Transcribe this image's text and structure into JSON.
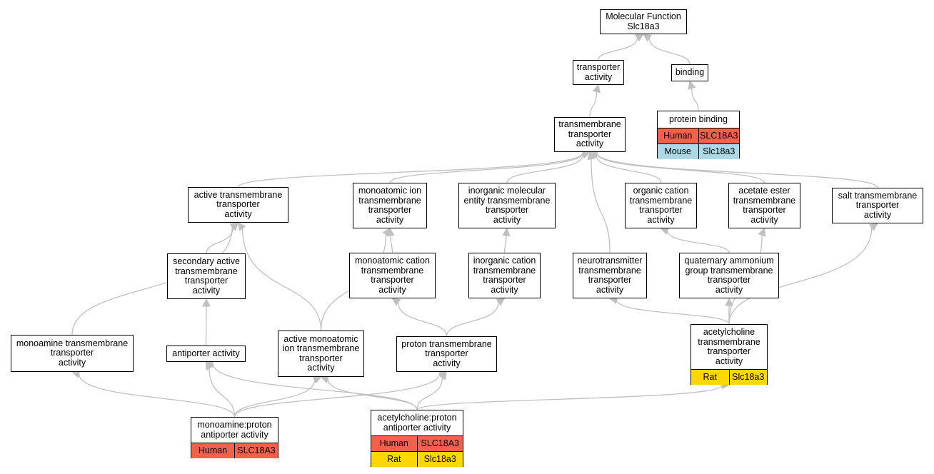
{
  "colors": {
    "edge": "#c0c0c0",
    "human": "#f4614b",
    "mouse": "#add8e6",
    "rat": "#ffd700"
  },
  "nodes": {
    "mf_root": "Molecular Function\nSlc18a3",
    "transporter_activity": "transporter\nactivity",
    "binding": "binding",
    "transmembrane_transporter": "transmembrane\ntransporter\nactivity",
    "active_transmembrane": "active transmembrane\ntransporter\nactivity",
    "monoatomic_ion": "monoatomic ion\ntransmembrane\ntransporter\nactivity",
    "inorganic_molecular": "inorganic molecular\nentity transmembrane\ntransporter\nactivity",
    "organic_cation": "organic cation\ntransmembrane\ntransporter\nactivity",
    "acetate_ester": "acetate ester\ntransmembrane\ntransporter\nactivity",
    "salt_transmembrane": "salt transmembrane\ntransporter\nactivity",
    "secondary_active": "secondary active\ntransmembrane\ntransporter\nactivity",
    "monoatomic_cation": "monoatomic cation\ntransmembrane\ntransporter\nactivity",
    "inorganic_cation": "inorganic cation\ntransmembrane\ntransporter\nactivity",
    "neurotransmitter": "neurotransmitter\ntransmembrane\ntransporter\nactivity",
    "quaternary_ammonium": "quaternary ammonium\ngroup transmembrane\ntransporter\nactivity",
    "monoamine_transmembrane": "monoamine transmembrane\ntransporter\nactivity",
    "antiporter": "antiporter activity",
    "active_monoatomic_ion": "active monoatomic\nion transmembrane\ntransporter\nactivity",
    "proton_transmembrane": "proton transmembrane\ntransporter\nactivity"
  },
  "annotated_nodes": {
    "protein_binding": {
      "title": "protein binding",
      "rows": [
        {
          "species": "Human",
          "gene": "SLC18A3"
        },
        {
          "species": "Mouse",
          "gene": "Slc18a3"
        }
      ]
    },
    "acetylcholine_transmembrane": {
      "title": "acetylcholine\ntransmembrane\ntransporter\nactivity",
      "rows": [
        {
          "species": "Rat",
          "gene": "Slc18a3"
        }
      ]
    },
    "monoamine_proton": {
      "title": "monoamine:proton\nantiporter activity",
      "rows": [
        {
          "species": "Human",
          "gene": "SLC18A3"
        }
      ]
    },
    "acetylcholine_proton": {
      "title": "acetylcholine:proton\nantiporter activity",
      "rows": [
        {
          "species": "Human",
          "gene": "SLC18A3"
        },
        {
          "species": "Rat",
          "gene": "Slc18a3"
        }
      ]
    }
  },
  "edges": [
    [
      "transporter_activity",
      "mf_root"
    ],
    [
      "binding",
      "mf_root"
    ],
    [
      "protein_binding",
      "binding"
    ],
    [
      "transmembrane_transporter",
      "transporter_activity"
    ],
    [
      "active_transmembrane",
      "transmembrane_transporter"
    ],
    [
      "monoatomic_ion",
      "transmembrane_transporter"
    ],
    [
      "inorganic_molecular",
      "transmembrane_transporter"
    ],
    [
      "neurotransmitter",
      "transmembrane_transporter"
    ],
    [
      "organic_cation",
      "transmembrane_transporter"
    ],
    [
      "acetate_ester",
      "transmembrane_transporter"
    ],
    [
      "salt_transmembrane",
      "transmembrane_transporter"
    ],
    [
      "secondary_active",
      "active_transmembrane"
    ],
    [
      "monoamine_transmembrane",
      "active_transmembrane"
    ],
    [
      "active_monoatomic_ion",
      "active_transmembrane"
    ],
    [
      "active_monoatomic_ion",
      "monoatomic_ion"
    ],
    [
      "monoatomic_cation",
      "monoatomic_ion"
    ],
    [
      "inorganic_cation",
      "inorganic_molecular"
    ],
    [
      "quaternary_ammonium",
      "organic_cation"
    ],
    [
      "antiporter",
      "secondary_active"
    ],
    [
      "proton_transmembrane",
      "monoatomic_cation"
    ],
    [
      "proton_transmembrane",
      "inorganic_cation"
    ],
    [
      "acetylcholine_transmembrane",
      "neurotransmitter"
    ],
    [
      "acetylcholine_transmembrane",
      "quaternary_ammonium"
    ],
    [
      "acetylcholine_transmembrane",
      "acetate_ester"
    ],
    [
      "acetylcholine_transmembrane",
      "salt_transmembrane"
    ],
    [
      "monoamine_proton",
      "monoamine_transmembrane"
    ],
    [
      "monoamine_proton",
      "antiporter"
    ],
    [
      "monoamine_proton",
      "active_monoatomic_ion"
    ],
    [
      "monoamine_proton",
      "proton_transmembrane"
    ],
    [
      "acetylcholine_proton",
      "antiporter"
    ],
    [
      "acetylcholine_proton",
      "active_monoatomic_ion"
    ],
    [
      "acetylcholine_proton",
      "proton_transmembrane"
    ],
    [
      "acetylcholine_proton",
      "acetylcholine_transmembrane"
    ]
  ]
}
